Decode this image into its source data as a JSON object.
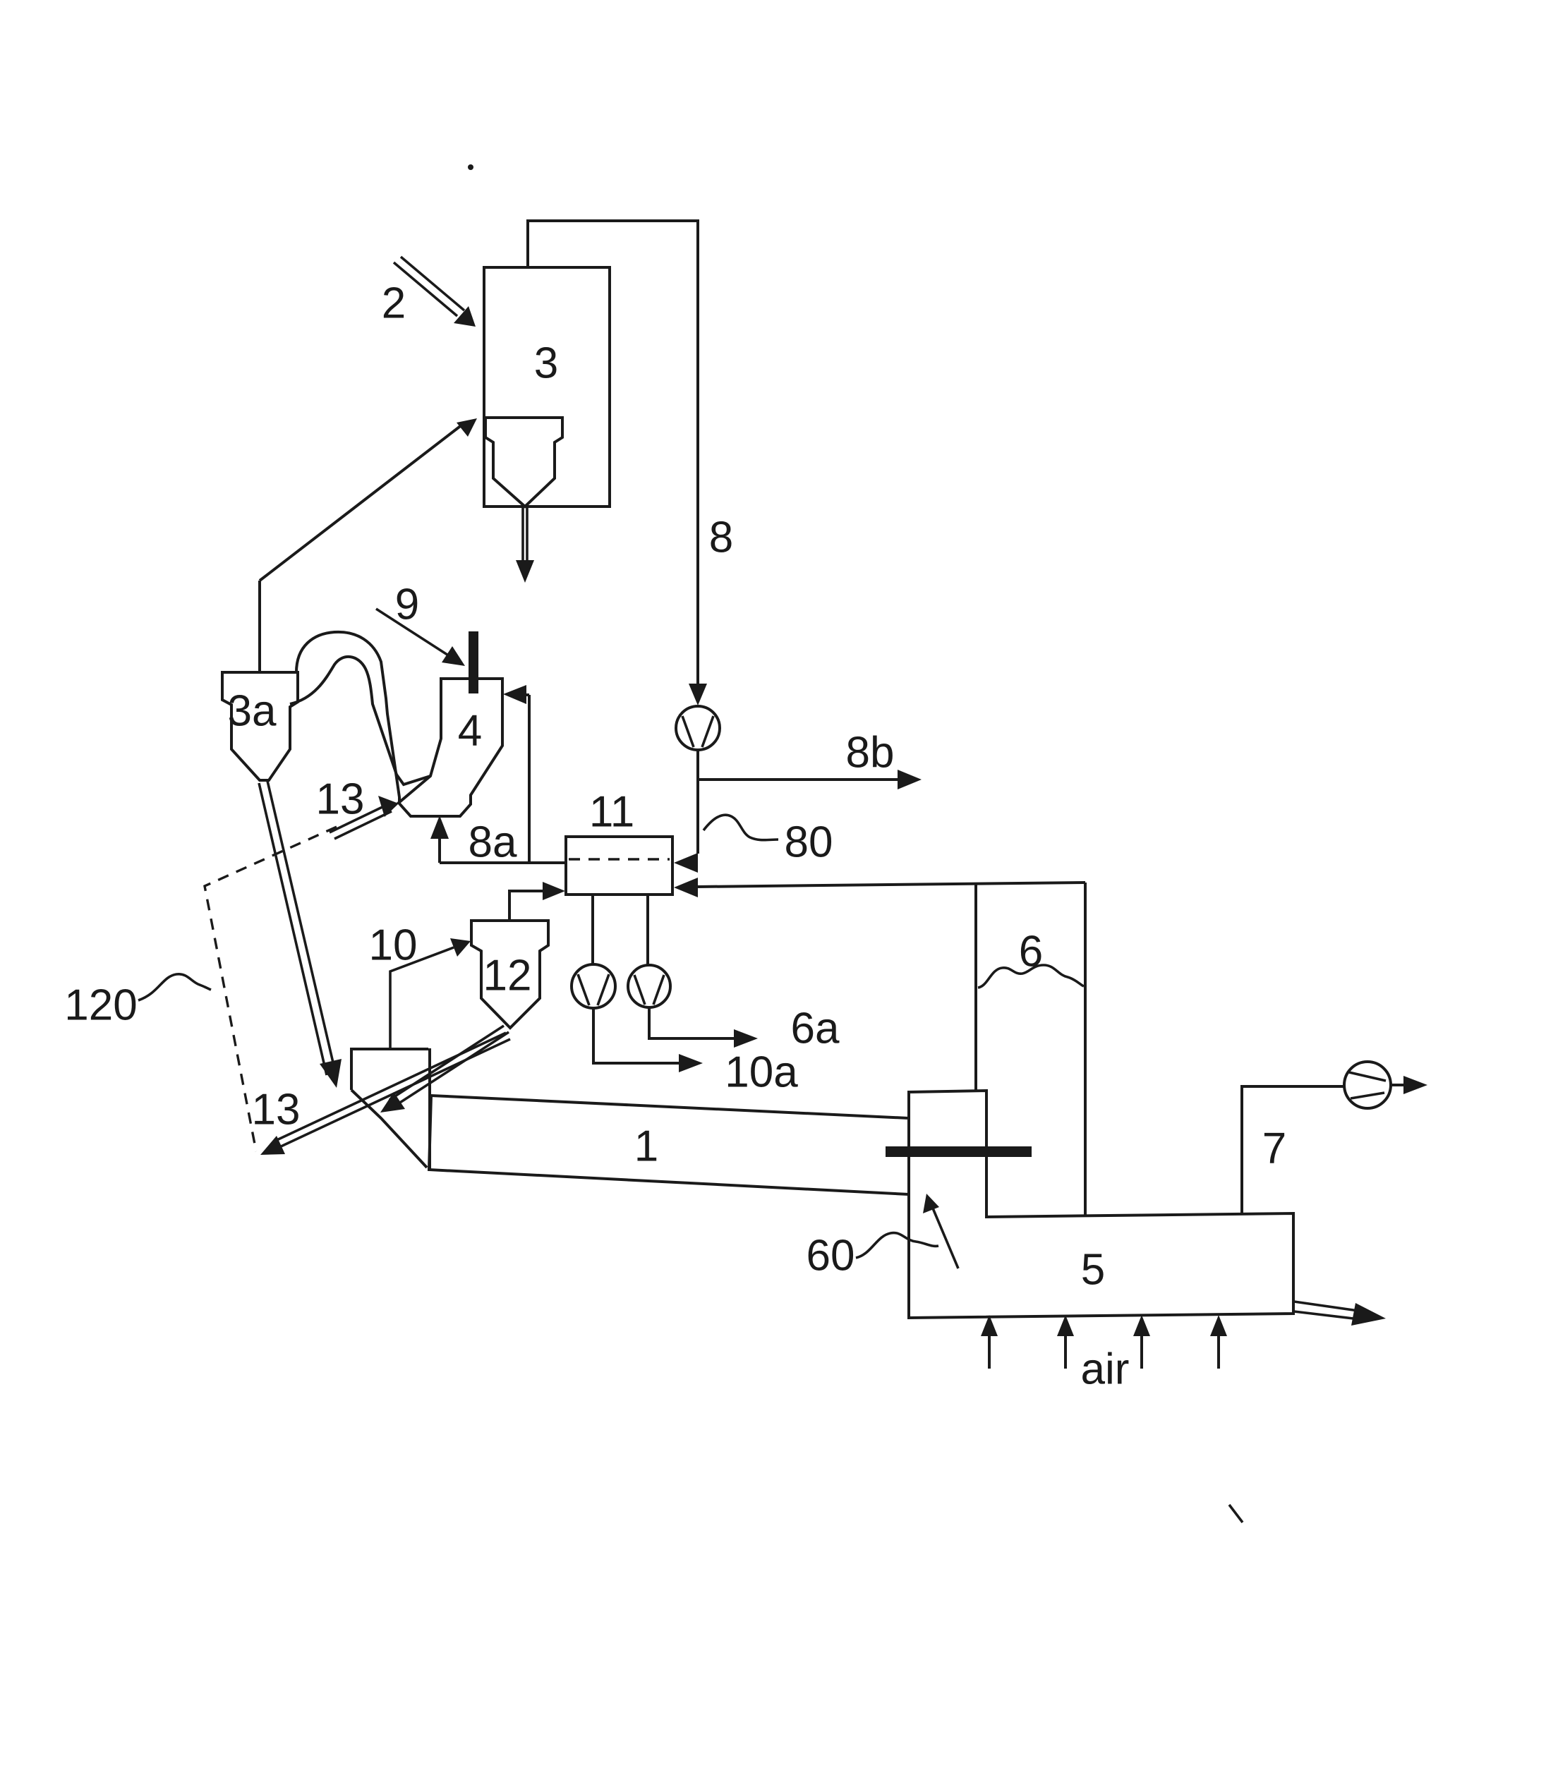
{
  "figure": {
    "background": "#ffffff",
    "ink": "#1a1a1a",
    "labels": {
      "v1": "1",
      "v2": "2",
      "v3": "3",
      "v3a": "3a",
      "v4": "4",
      "v5": "5",
      "v6": "6",
      "v6a": "6a",
      "v7": "7",
      "v8": "8",
      "v8a": "8a",
      "v8b": "8b",
      "v9": "9",
      "v10": "10",
      "v10a": "10a",
      "v11": "11",
      "v12": "12",
      "v13_upper": "13",
      "v13_lower": "13",
      "v60": "60",
      "v80": "80",
      "v120": "120",
      "air": "air"
    },
    "icons": {
      "fan": "fan-icon",
      "pump": "pump-icon",
      "valve": "valve-bar-icon"
    }
  }
}
